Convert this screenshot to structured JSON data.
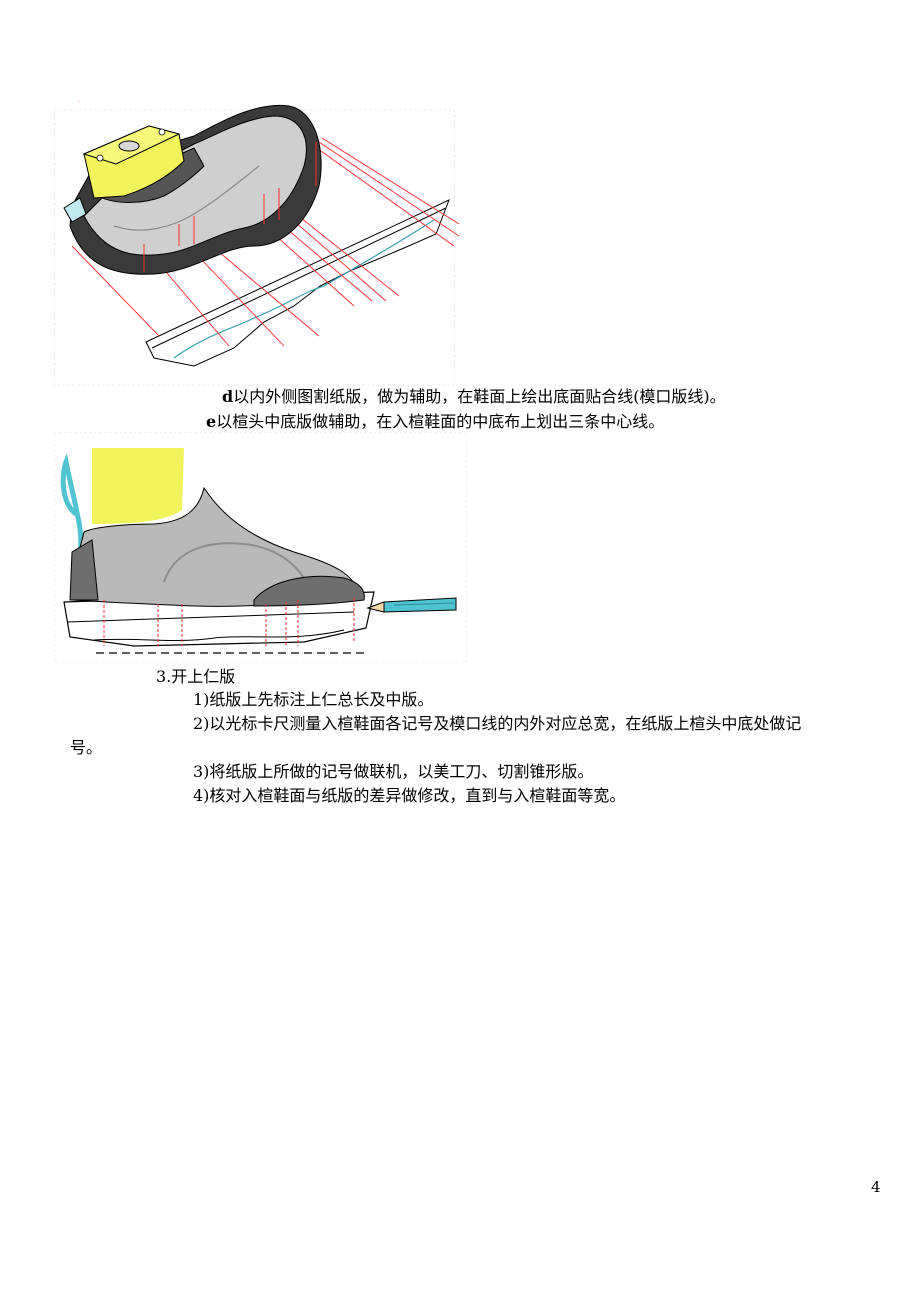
{
  "captions": {
    "d_marker": "d",
    "d_text": "以内外侧图割纸版，做为辅助，在鞋面上绘出底面贴合线(模口版线)。",
    "e_marker": "e",
    "e_text": "以楦头中底版做辅助，在入楦鞋面的中底布上划出三条中心线。"
  },
  "section": {
    "title": "3.开上仁版",
    "steps": {
      "s1": "1)纸版上先标注上仁总长及中版。",
      "s2_line1": "2)以光标卡尺测量入楦鞋面各记号及模口线的内外对应总宽，在纸版上楦头中底处做记",
      "s2_line2": "号。",
      "s3": "3)将纸版上所做的记号做联机，以美工刀、切割锥形版。",
      "s4": "4)核对入楦鞋面与纸版的差异做修改，直到与入楦鞋面等宽。"
    }
  },
  "page_number": "4",
  "colors": {
    "last_yellow": "#f2f25a",
    "upper_light_gray": "#c8c8c8",
    "upper_dark_gray": "#6e6e6e",
    "sole_dark": "#4a4a4a",
    "guide_red": "#ff2a2a",
    "pattern_line_teal": "#3a9fb0",
    "pencil_teal": "#4fc3d0"
  }
}
